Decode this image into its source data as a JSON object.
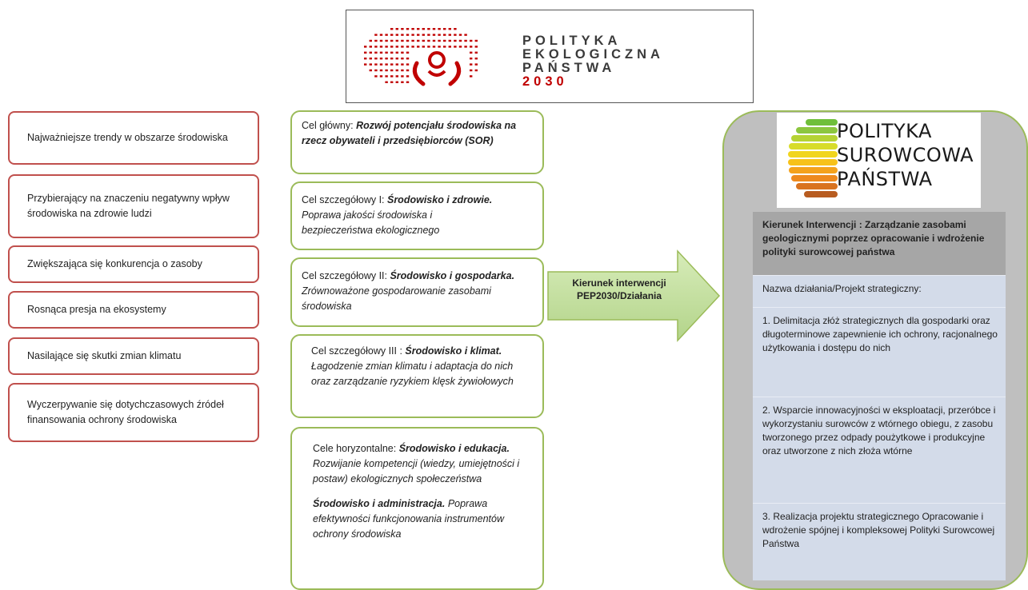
{
  "pep_logo": {
    "line1": "POLITYKA",
    "line2": "EKOLOGICZNA",
    "line3": "PAŃSTWA",
    "line4": "2030"
  },
  "trends": [
    "Najważniejsze trendy w obszarze środowiska",
    "Przybierający na znaczeniu negatywny wpływ środowiska na zdrowie ludzi",
    "Zwiększająca się konkurencja o zasoby",
    "Rosnąca presja na ekosystemy",
    "Nasilające się skutki zmian klimatu",
    "Wyczerpywanie się dotychczasowych źródeł finansowania ochrony środowiska"
  ],
  "goals": {
    "main": {
      "prefix": "Cel główny: ",
      "title": "Rozwój potencjału środowiska na rzecz obywateli i przedsiębiorców (SOR)"
    },
    "g1": {
      "prefix": "Cel szczegółowy I: ",
      "title": "Środowisko i zdrowie.",
      "desc": "Poprawa jakości środowiska i bezpieczeństwa ekologicznego"
    },
    "g2": {
      "prefix": "Cel szczegółowy II: ",
      "title": "Środowisko i gospodarka.",
      "desc": "Zrównoważone gospodarowanie zasobami środowiska"
    },
    "g3": {
      "prefix": "Cel szczegółowy III : ",
      "title": "Środowisko i klimat.",
      "desc": "Łagodzenie zmian klimatu i adaptacja do nich oraz zarządzanie ryzykiem klęsk żywiołowych"
    },
    "horizontal": {
      "prefix": "Cele horyzontalne: ",
      "title1": "Środowisko i edukacja.",
      "desc1": "Rozwijanie kompetencji (wiedzy, umiejętności i postaw) ekologicznych społeczeństwa",
      "title2": "Środowisko i administracja.",
      "desc2": "Poprawa efektywności funkcjonowania instrumentów ochrony środowiska"
    }
  },
  "arrow": {
    "line1": "Kierunek interwencji",
    "line2": "PEP2030/Działania"
  },
  "ps_logo": {
    "line1": "POLITYKA",
    "line2": "SUROWCOWA",
    "line3": "PAŃSTWA"
  },
  "panel": {
    "header": "Kierunek Interwencji : Zarządzanie zasobami geologicznymi poprzez opracowanie i wdrożenie polityki surowcowej państwa",
    "subheader": "Nazwa działania/Projekt strategiczny:",
    "actions": [
      "1. Delimitacja złóż strategicznych dla gospodarki oraz długoterminowe zapewnienie ich ochrony, racjonalnego użytkowania i dostępu do nich",
      "2. Wsparcie innowacyjności w eksploatacji, przeróbce i wykorzystaniu surowców z wtórnego obiegu, z zasobu tworzonego przez odpady poużytkowe i produkcyjne oraz utworzone z nich złoża wtórne",
      "3. Realizacja projektu strategicznego Opracowanie i wdrożenie spójnej i kompleksowej Polityki Surowcowej Państwa"
    ]
  },
  "colors": {
    "red_border": "#c0504d",
    "green_border": "#9bbb59",
    "arrow_fill": "#c6e0a4",
    "panel_bg": "#bfbfbf",
    "header_bg": "#a6a6a6",
    "row_bg": "#d3dbe9"
  }
}
